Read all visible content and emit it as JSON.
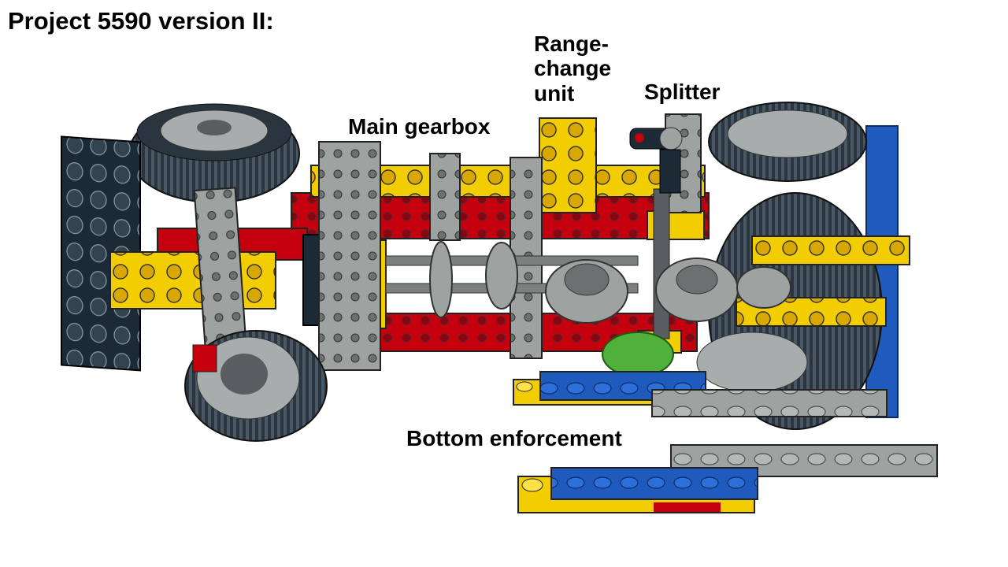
{
  "title": "Project 5590 version II:",
  "labels": {
    "main_gearbox": "Main gearbox",
    "range_change": "Range-\nchange\nunit",
    "splitter": "Splitter",
    "bottom_enforcement": "Bottom enforcement"
  },
  "colors": {
    "lego_yellow": "#f2cd00",
    "lego_red": "#c4000f",
    "lego_blue": "#1f5bbd",
    "lego_black": "#1b2a34",
    "lego_gray": "#9ea3a2",
    "lego_dark_gray": "#5a5e60",
    "lego_green": "#4fb03a",
    "tire": "#2a3540"
  }
}
